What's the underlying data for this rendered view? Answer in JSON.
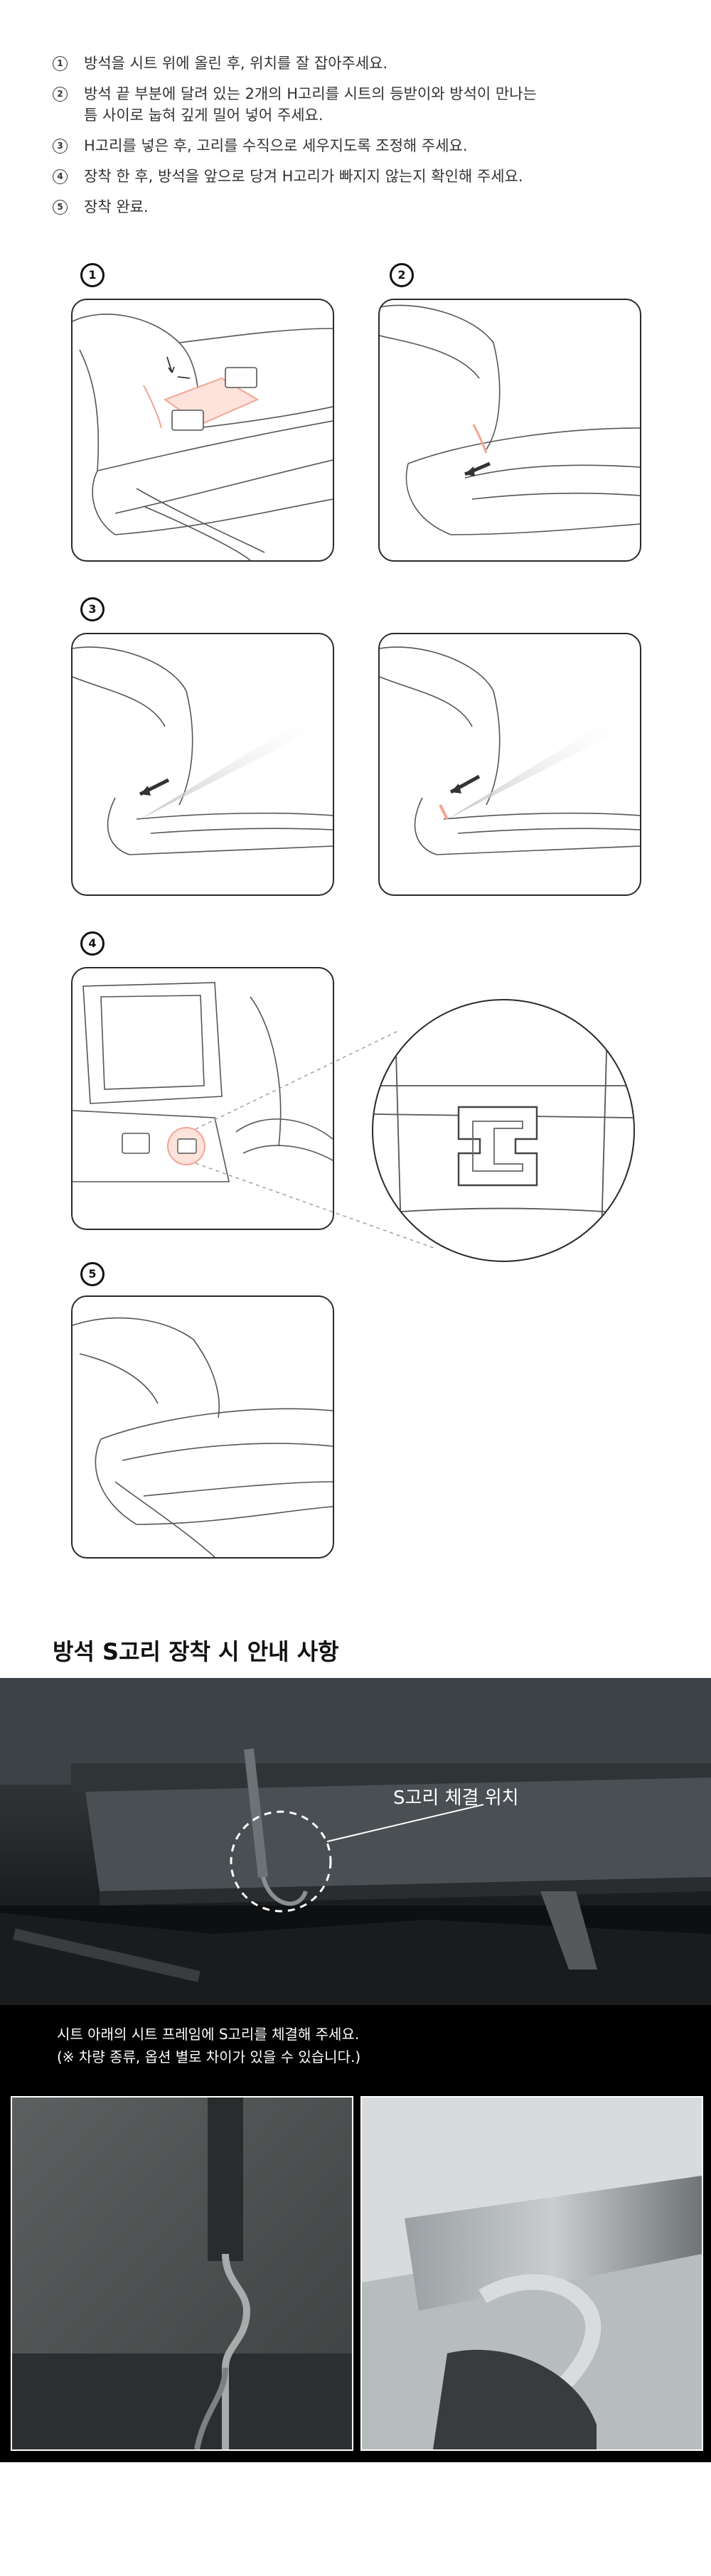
{
  "steps": [
    {
      "num": "1",
      "text": "방석을 시트 위에 올린 후, 위치를 잘 잡아주세요."
    },
    {
      "num": "2",
      "text": "방석 끝 부분에 달려 있는 2개의 H고리를 시트의 등받이와 방석이 만나는\n틈 사이로 눕혀 깊게 밀어 넣어 주세요."
    },
    {
      "num": "3",
      "text": "H고리를 넣은 후, 고리를 수직으로 세우지도록 조정해 주세요."
    },
    {
      "num": "4",
      "text": "장착 한 후, 방석을 앞으로 당겨 H고리가 빠지지 않는지 확인해 주세요."
    },
    {
      "num": "5",
      "text": "장착 완료."
    }
  ],
  "figures": {
    "badge1": "1",
    "badge2": "2",
    "badge3": "3",
    "badge4": "4",
    "badge5": "5"
  },
  "s_hook": {
    "title": "방석 S고리 장착 시 안내 사항",
    "callout": "S고리 체결 위치",
    "instruction_line1": "시트 아래의 시트 프레임에 S고리를 체결해 주세요.",
    "instruction_line2": "(※ 차량 종류, 옵션 별로 차이가 있을 수 있습니다.)"
  },
  "colors": {
    "highlight": "#f3a593",
    "outline": "#2a2a2a",
    "text": "#222222",
    "dark_band": "#000000"
  }
}
